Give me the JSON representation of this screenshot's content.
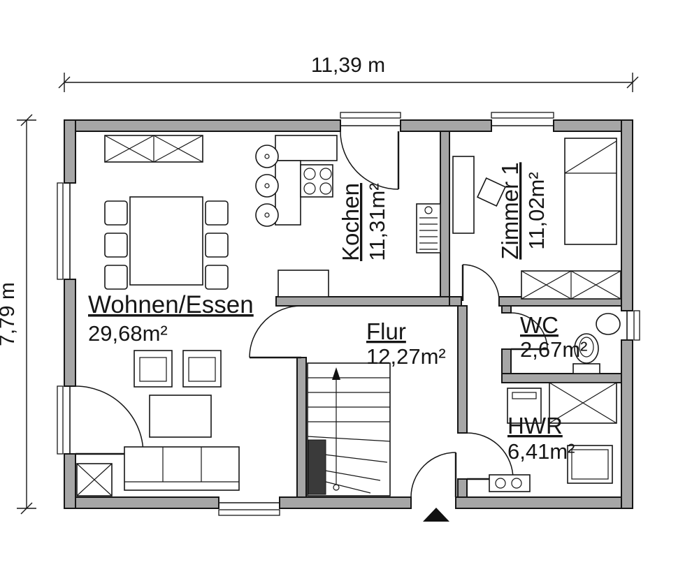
{
  "dimensions": {
    "width": "11,39 m",
    "height": "7,79 m"
  },
  "rooms": {
    "living": {
      "name": "Wohnen/Essen",
      "area": "29,68m²"
    },
    "kitchen": {
      "name": "Kochen",
      "area": "11,31m²"
    },
    "room1": {
      "name": "Zimmer 1",
      "area": "11,02m²"
    },
    "hall": {
      "name": "Flur",
      "area": "12,27m²"
    },
    "wc": {
      "name": "WC",
      "area": "2,67m²"
    },
    "utility": {
      "name": "HWR",
      "area": "6,41m²"
    }
  },
  "colors": {
    "background": "#ffffff",
    "line": "#161616",
    "wall": "#a6a6a6",
    "marker": "#111111"
  }
}
